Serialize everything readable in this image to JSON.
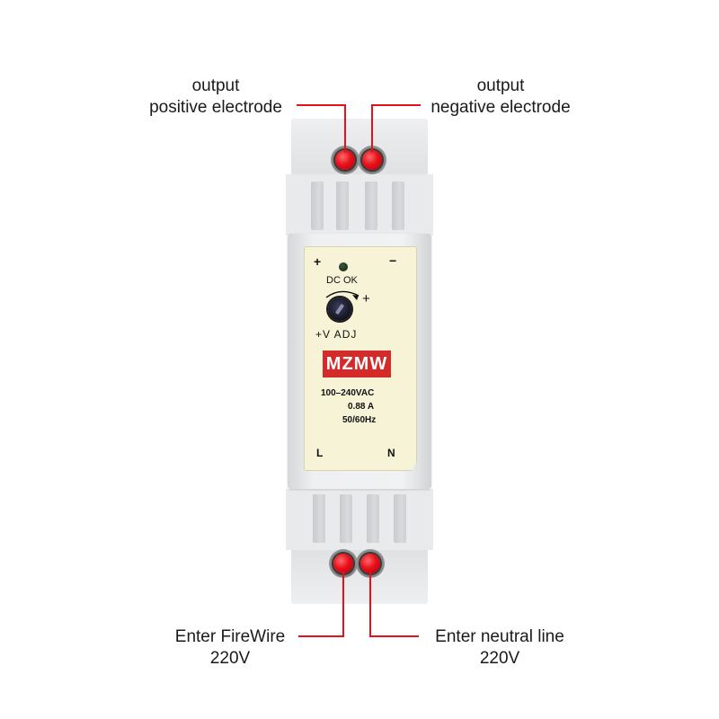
{
  "callouts": {
    "top_left": [
      "output",
      "positive electrode"
    ],
    "top_right": [
      "output",
      "negative electrode"
    ],
    "bottom_left": [
      "Enter FireWire",
      "220V"
    ],
    "bottom_right": [
      "Enter neutral line",
      "220V"
    ]
  },
  "panel": {
    "plus_sign": "+",
    "minus_sign": "−",
    "led_label": "DC OK",
    "adj_plus": "+",
    "adj_label": "+V ADJ",
    "brand": "MZMW",
    "rating_voltage": "100–240VAC",
    "rating_current": "0.88 A",
    "rating_freq": "50/60Hz",
    "terminal_l": "L",
    "terminal_n": "N"
  },
  "colors": {
    "lead": "#e8101a",
    "brand_bg": "#d42a2a",
    "panel_bg": "#f6f3d6",
    "housing": "#e3e4e6"
  },
  "icons": [
    "status-led-icon",
    "potentiometer-icon",
    "adjust-arrow-icon"
  ]
}
